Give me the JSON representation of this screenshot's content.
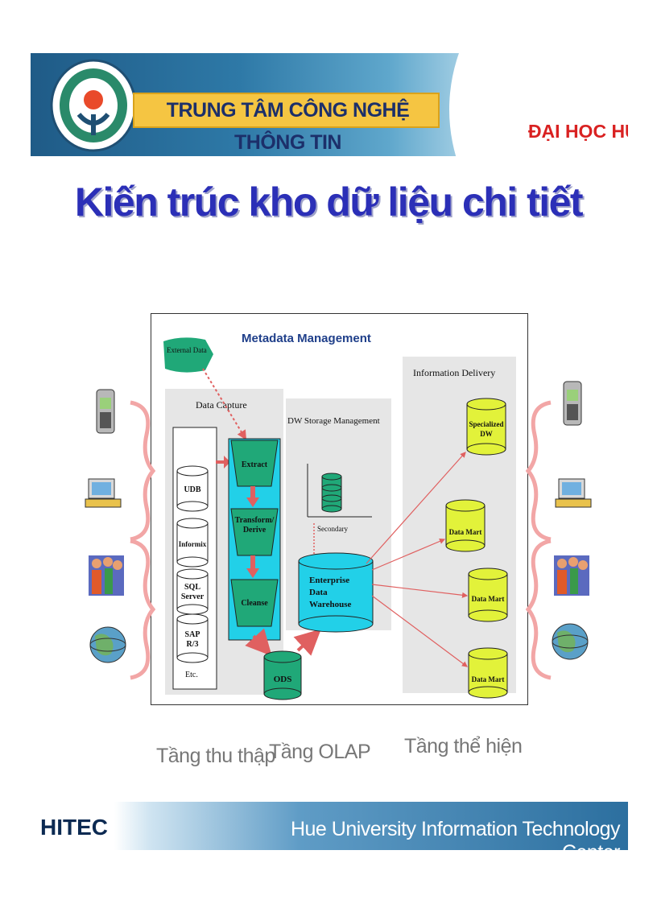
{
  "header": {
    "center_name": "TRUNG TÂM CÔNG NGHỆ THÔNG TIN",
    "university": "ĐẠI HỌC HUẾ"
  },
  "slide": {
    "title": "Kiến trúc kho dữ liệu chi tiết"
  },
  "diagram": {
    "metadata_title": "Metadata Management",
    "external_data": "External Data",
    "data_capture": {
      "title": "Data Capture",
      "sources": [
        "UDB",
        "Informix",
        "SQL Server",
        "SAP R/3"
      ],
      "etc": "Etc.",
      "steps": [
        "Extract",
        "Transform/ Derive",
        "Cleanse"
      ]
    },
    "storage": {
      "title": "DW Storage Management",
      "secondary": "Secondary",
      "warehouse": "Enterprise Data Warehouse",
      "ods": "ODS"
    },
    "delivery": {
      "title": "Information Delivery",
      "specialized": "Specialized DW",
      "marts": [
        "Data Mart",
        "Data Mart",
        "Data Mart"
      ]
    },
    "colors": {
      "cyan": "#22d0e8",
      "green": "#20a878",
      "yellow": "#e2f23a",
      "arrow": "#e06060"
    }
  },
  "layers": {
    "capture": "Tầng thu thập",
    "olap": "Tầng OLAP",
    "present": "Tầng thể hiện"
  },
  "icons": {
    "left": [
      "mobile-phone-icon",
      "computer-user-icon",
      "people-group-icon",
      "globe-icon"
    ],
    "right": [
      "mobile-phone-icon",
      "computer-user-icon",
      "people-group-icon",
      "globe-icon"
    ]
  },
  "footer": {
    "brand": "HITEC",
    "text": "Hue University Information Technology Center"
  }
}
